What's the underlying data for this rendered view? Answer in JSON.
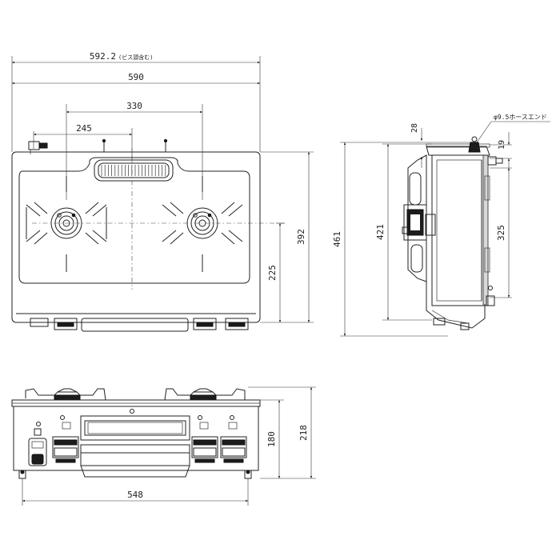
{
  "dimensions": {
    "width_with_screw": "592.2",
    "width_with_screw_note": "(ビス頭含む)",
    "width": "590",
    "burner_pitch": "330",
    "hose_offset": "245",
    "body_depth": "392",
    "burner_depth": "225",
    "side_total": "461",
    "side_body": "421",
    "side_top_offset": "28",
    "hose_height": "19",
    "side_hose_span": "325",
    "hose_end": "φ9.5ホースエンド",
    "front_width": "548",
    "front_height": "180",
    "front_total_height": "218"
  }
}
